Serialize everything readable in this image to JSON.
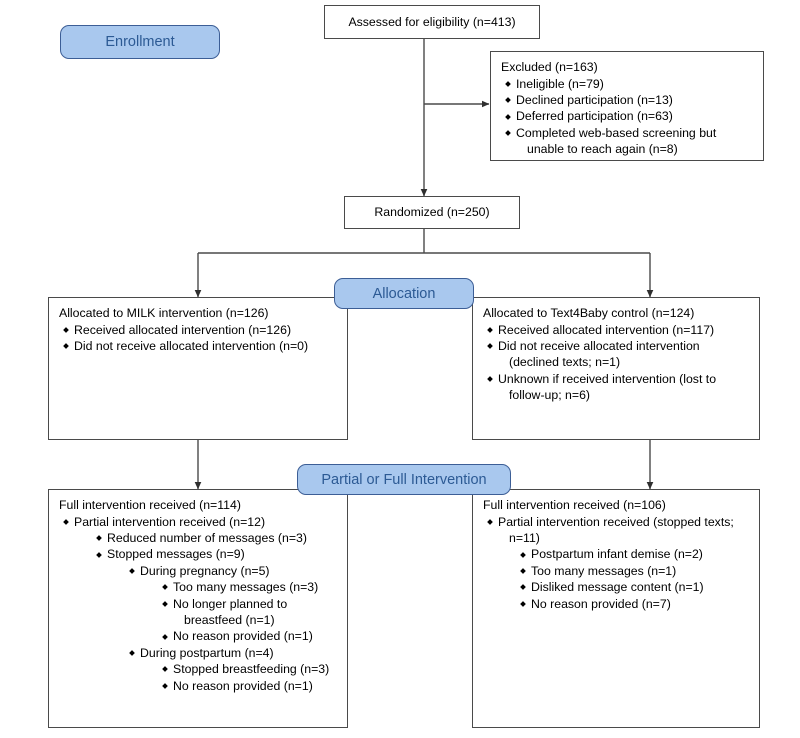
{
  "diagram": {
    "title": "CONSORT participant flow diagram",
    "accent_color": "#A9C8EE",
    "accent_border_color": "#3C5E96",
    "accent_text_color": "#2C5A94",
    "line_color": "#4a4a4a"
  },
  "stages": {
    "enrollment": "Enrollment",
    "allocation": "Allocation",
    "partial_or_full": "Partial or Full Intervention"
  },
  "boxes": {
    "assessed": {
      "title": "Assessed for eligibility (n=413)"
    },
    "excluded": {
      "title": "Excluded (n=163)",
      "items": [
        "Ineligible (n=79)",
        "Declined participation (n=13)",
        "Deferred participation (n=63)"
      ],
      "item_wrapped": {
        "line1": "Completed web-based screening but",
        "line2": "unable to reach again (n=8)"
      }
    },
    "randomized": {
      "title": "Randomized (n=250)"
    },
    "alloc_left": {
      "title": "Allocated to MILK intervention (n=126)",
      "items": [
        "Received allocated intervention (n=126)",
        "Did not receive allocated intervention (n=0)"
      ]
    },
    "alloc_right": {
      "title": "Allocated to Text4Baby control (n=124)",
      "item1": "Received allocated intervention (n=117)",
      "item2_line1": "Did not receive allocated intervention",
      "item2_line2": "(declined texts; n=1)",
      "item3_line1": "Unknown if received intervention (lost to",
      "item3_line2": "follow-up; n=6)"
    },
    "final_left": {
      "title": "Full intervention received (n=114)",
      "l1": "Partial intervention received (n=12)",
      "l2a": "Reduced number of messages (n=3)",
      "l2b": "Stopped messages (n=9)",
      "l3a": "During pregnancy (n=5)",
      "l4a": "Too many messages (n=3)",
      "l4b_line1": "No longer planned to",
      "l4b_line2": "breastfeed (n=1)",
      "l4c": "No reason provided (n=1)",
      "l3b": "During postpartum (n=4)",
      "l4d": "Stopped breastfeeding (n=3)",
      "l4e": "No reason provided (n=1)"
    },
    "final_right": {
      "title": "Full intervention received (n=106)",
      "l1_line1": "Partial intervention received (stopped texts;",
      "l1_line2": "n=11)",
      "l2a": "Postpartum infant demise (n=2)",
      "l2b": "Too many messages (n=1)",
      "l2c": "Disliked message content (n=1)",
      "l2d": "No reason provided (n=7)"
    }
  }
}
